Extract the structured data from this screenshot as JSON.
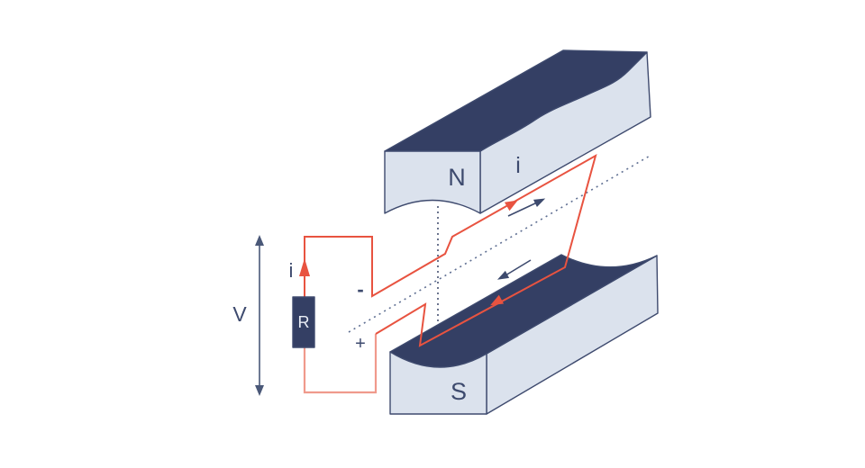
{
  "diagram": {
    "labels": {
      "voltage": "V",
      "circuit_current": "i",
      "resistor": "R",
      "negative_terminal": "-",
      "positive_terminal": "+",
      "north_pole": "N",
      "south_pole": "S",
      "coil_current": "i"
    },
    "colors": {
      "magnet_dark": "#343f64",
      "magnet_light": "#dbe2ed",
      "outline_navy": "#3e4a6e",
      "wire_red": "#e85340",
      "wire_return_salmon": "#f09a8c",
      "label_navy": "#3d4a6e",
      "axis_dotted": "#5f6f92",
      "background": "#ffffff"
    }
  }
}
